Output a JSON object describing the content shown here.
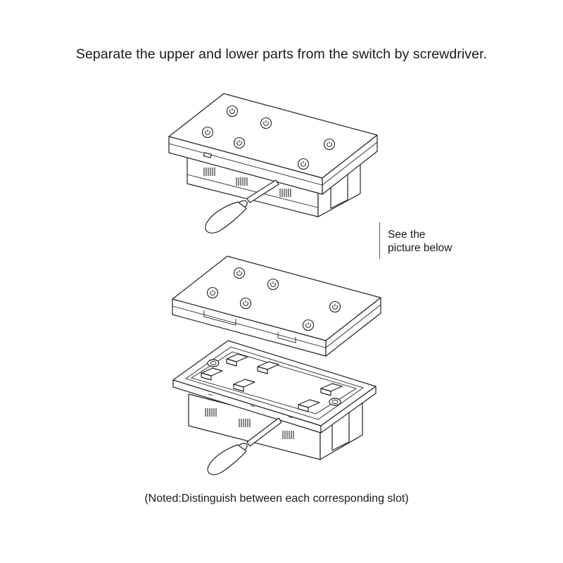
{
  "instruction_title": "Separate the upper and lower parts from the switch by screwdriver.",
  "side_note": {
    "line1": "See the",
    "line2": "picture below"
  },
  "footnote": "(Noted:Distinguish between each corresponding slot)",
  "icons": {
    "touch_button": "power-symbol-icon",
    "tool": "screwdriver-icon"
  },
  "colors": {
    "line": "#222222",
    "background": "#ffffff"
  }
}
